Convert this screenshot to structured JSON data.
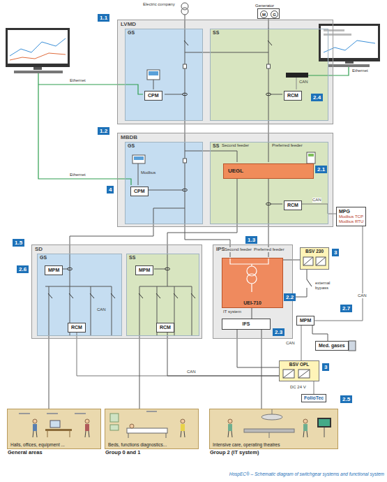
{
  "diagram": {
    "caption": "HospEC® – Schematic diagram of switchgear systems and functional system",
    "nodes": [
      {
        "text": [
          "LVMD"
        ]
      },
      {
        "text": [
          "GS"
        ],
        "in": 0
      },
      {
        "text": [
          "CPM"
        ],
        "in": 1
      },
      {
        "text": [
          "SS"
        ],
        "in": 0
      },
      {
        "text": [
          "RCM"
        ],
        "in": 3
      },
      {
        "text": [
          "Generator"
        ]
      },
      {
        "text": [
          "M"
        ],
        "in": 5
      },
      {
        "text": [
          "G"
        ],
        "in": 5
      },
      {
        "text": [
          "MBDB"
        ]
      },
      {
        "text": [
          "GS"
        ],
        "in": 8
      },
      {
        "text": [
          "CPM"
        ],
        "in": 9
      },
      {
        "text": [
          "SS"
        ],
        "in": 8
      },
      {
        "text": [
          "UEGL"
        ],
        "in": 11
      },
      {
        "text": [
          "RCM"
        ],
        "in": 11
      },
      {
        "text": [
          "MPG",
          "Modbus TCP",
          "Modbus RTU"
        ]
      },
      {
        "text": [
          "SD"
        ]
      },
      {
        "text": [
          "GS"
        ],
        "in": 15
      },
      {
        "text": [
          "MPM"
        ],
        "in": 16
      },
      {
        "text": [
          "RCM"
        ],
        "in": 16
      },
      {
        "text": [
          "SS"
        ],
        "in": 15
      },
      {
        "text": [
          "MPM"
        ],
        "in": 19
      },
      {
        "text": [
          "RCM"
        ],
        "in": 19
      },
      {
        "text": [
          "IPS"
        ]
      },
      {
        "text": [
          "UEI-710"
        ],
        "in": 22
      },
      {
        "text": [
          "IFS"
        ],
        "in": 22
      },
      {
        "text": [
          "BSV 230"
        ]
      },
      {
        "text": [
          "MPM"
        ]
      },
      {
        "text": [
          "Med. gases"
        ]
      },
      {
        "text": [
          "BSV OPL"
        ]
      },
      {
        "text": [
          "FolioTec"
        ]
      },
      {
        "text": [
          "Halls, offices, equipment ...",
          "General areas"
        ]
      },
      {
        "text": [
          "Beds, functions diagnostics...",
          "Group 0 and 1"
        ]
      },
      {
        "text": [
          "Intensive care, operating theatres",
          "Group 2 (IT system)"
        ]
      }
    ],
    "edges": [
      {
        "from": 5,
        "to": 3,
        "arrow": "none"
      },
      {
        "from": 0,
        "to": 8,
        "arrow": "none"
      },
      {
        "from": 0,
        "to": 8,
        "arrow": "none"
      },
      {
        "from": 8,
        "to": 15,
        "arrow": "none"
      },
      {
        "from": 8,
        "to": 15,
        "arrow": "none"
      },
      {
        "from": 8,
        "to": 22,
        "arrow": "none"
      },
      {
        "from": 8,
        "to": 22,
        "arrow": "none"
      },
      {
        "from": 13,
        "to": 14,
        "label": "CAN",
        "arrow": "none"
      },
      {
        "from": 14,
        "to": 26,
        "label": "CAN",
        "arrow": "none"
      },
      {
        "from": 26,
        "to": 28,
        "label": "CAN",
        "arrow": "none"
      },
      {
        "from": 18,
        "to": 28,
        "label": "CAN",
        "arrow": "none"
      },
      {
        "from": 21,
        "to": 28,
        "arrow": "none"
      },
      {
        "from": 24,
        "to": 28,
        "arrow": "none"
      },
      {
        "from": 28,
        "to": 29,
        "label": "DC 24 V",
        "arrow": "none"
      },
      {
        "from": 16,
        "to": 30,
        "arrow": "none"
      },
      {
        "from": 19,
        "to": 31,
        "arrow": "none"
      },
      {
        "from": 24,
        "to": 32,
        "arrow": "none"
      },
      {
        "from": 23,
        "to": 24,
        "arrow": "none"
      },
      {
        "from": 25,
        "to": 23,
        "arrow": "none"
      },
      {
        "from": 26,
        "to": 27,
        "arrow": "none"
      }
    ],
    "labels": [
      "1.1",
      "Electric company",
      "Ethernet",
      "Ethernet",
      "CAN",
      "2.4",
      "1.2",
      "Ethernet",
      "Modbus",
      "4",
      "Second feeder",
      "Preferred feeder",
      "2.1",
      "1.5",
      "2.6",
      "CAN",
      "1.3",
      "Second feeder",
      "Preferred feeder",
      "2.2",
      "IT system",
      "2.3",
      "3",
      "external bypass",
      "2.7",
      "3",
      "2.5"
    ]
  }
}
